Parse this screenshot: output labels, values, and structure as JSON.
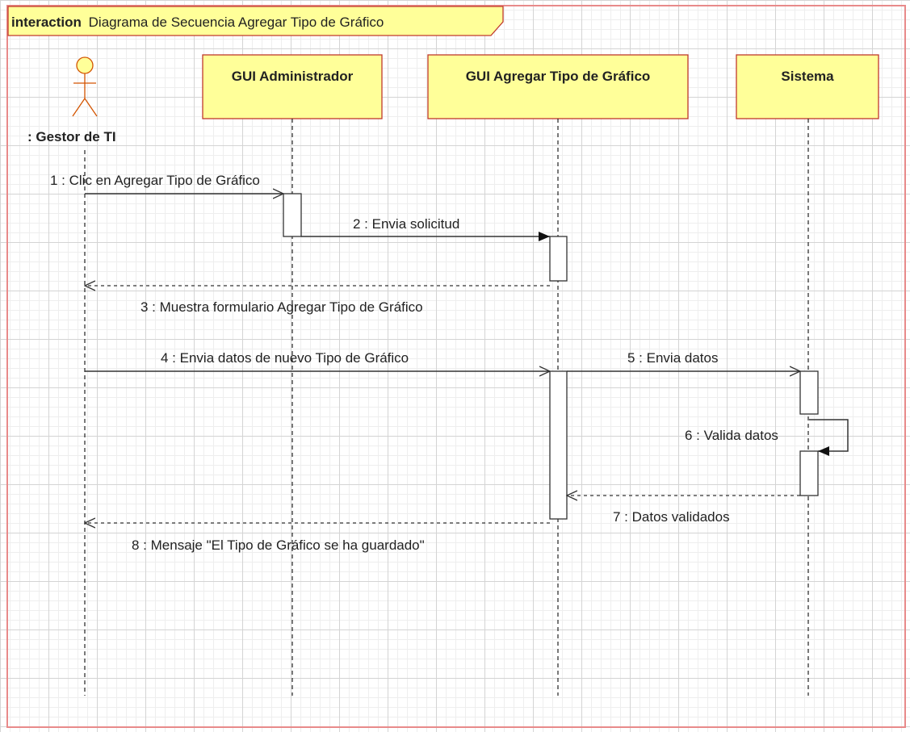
{
  "frame": {
    "keyword": "interaction",
    "name": "Diagrama de Secuencia Agregar Tipo de Gráfico"
  },
  "actor": {
    "name": ": Gestor de TI"
  },
  "lifelines": {
    "gui_admin": "GUI Administrador",
    "gui_agregar": "GUI Agregar Tipo de Gráfico",
    "sistema": "Sistema"
  },
  "messages": {
    "m1": "1 : Clic en Agregar Tipo de Gráfico",
    "m2": "2 : Envia solicitud",
    "m3": "3 : Muestra formulario Agregar Tipo de Gráfico",
    "m4": "4 : Envia datos de nuevo Tipo de Gráfico",
    "m5": "5 : Envia datos",
    "m6": "6 : Valida datos",
    "m7": "7 : Datos validados",
    "m8": "8 : Mensaje \"El Tipo de Gráfico se ha guardado\""
  },
  "colors": {
    "frame_border": "#e88a8a",
    "box_fill": "#ffff99",
    "box_border": "#c0392b",
    "line": "#333333"
  }
}
